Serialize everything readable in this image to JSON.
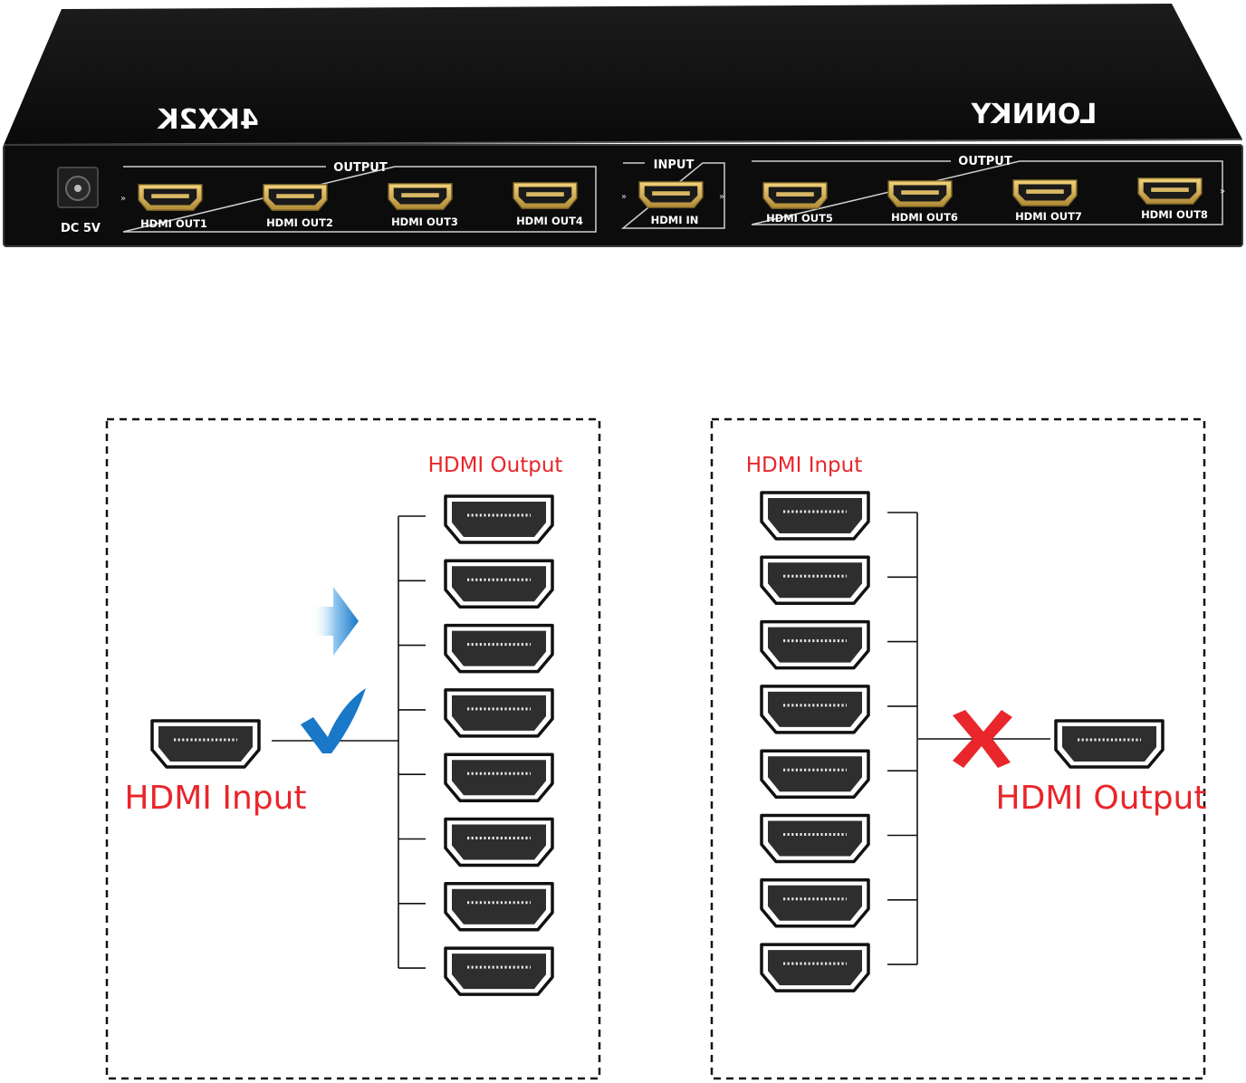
{
  "device": {
    "brand": "LONNKY",
    "resolution_mark": "4KX2K",
    "power_label": "DC 5V",
    "output_group_label": "OUTPUT",
    "input_group_label": "INPUT",
    "left_ports": [
      "HDMI OUT1",
      "HDMI OUT2",
      "HDMI OUT3",
      "HDMI OUT4"
    ],
    "input_port": "HDMI IN",
    "right_ports": [
      "HDMI OUT5",
      "HDMI OUT6",
      "HDMI OUT7",
      "HDMI OUT8"
    ]
  },
  "diagram_valid": {
    "ports_title": "HDMI Output",
    "single_label": "HDMI Input",
    "port_count": 8,
    "status": "check-icon",
    "direction": "arrow-right-icon"
  },
  "diagram_invalid": {
    "ports_title": "HDMI Input",
    "single_label": "HDMI Output",
    "port_count": 8,
    "status": "cross-icon"
  },
  "colors": {
    "label_red": "#e8262b",
    "check_blue": "#1a78c8",
    "cross_red": "#e8262b",
    "device_body": "#111111"
  }
}
